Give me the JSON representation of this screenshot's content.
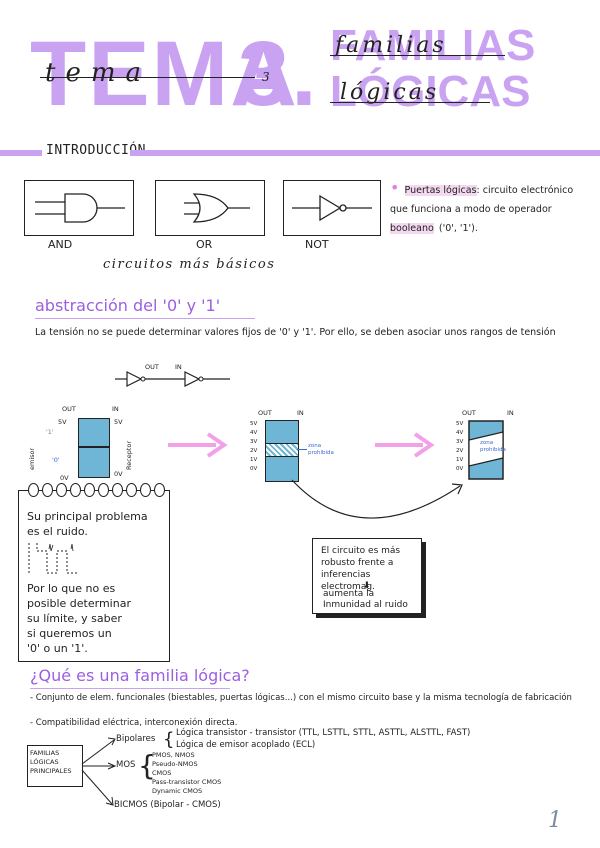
{
  "header": {
    "tema_word": "TEMA",
    "tema_number": "3.",
    "tema_script": "tema",
    "tema_script_num": "3",
    "familias": "FAMILIAS",
    "logicas": "LÓGICAS",
    "familias_script": "familias",
    "logicas_script": "lógicas"
  },
  "intro": {
    "heading": "INTRODUCCIÓN",
    "gates": [
      {
        "label": "AND",
        "icon": "and-gate-icon"
      },
      {
        "label": "OR",
        "icon": "or-gate-icon"
      },
      {
        "label": "NOT",
        "icon": "not-gate-icon"
      }
    ],
    "caption": "circuitos más básicos",
    "bullet_term": "Puertas lógicas",
    "bullet_text": ": circuito electrónico que funciona a modo de operador",
    "bullet_term2": "booleano",
    "bullet_text2": "('0', '1')."
  },
  "abstraccion": {
    "heading": "abstracción del '0' y '1'",
    "paragraph": "La tensión no se puede determinar valores fijos de '0' y '1'. Por ello, se deben asociar unos rangos de tensión",
    "buffer_out": "OUT",
    "buffer_in": "IN",
    "diagram1": {
      "out": "OUT",
      "in": "IN",
      "v_top_left": "5V",
      "v_top_right": "5V",
      "one": "'1'",
      "zero": "'0'",
      "v_bottom_left": "0V",
      "v_bottom_right": "0V",
      "emisor": "emisor",
      "receptor": "Receptor"
    },
    "diagram2": {
      "out": "OUT",
      "in": "IN",
      "levels": [
        "5V",
        "4V",
        "3V",
        "2V",
        "1V",
        "0V"
      ],
      "zona": "zona prohibida"
    },
    "diagram3": {
      "out": "OUT",
      "in": "IN",
      "levels": [
        "5V",
        "4V",
        "3V",
        "2V",
        "1V",
        "0V"
      ],
      "zona": "zona prohibida"
    },
    "notepad_text": [
      "Su principal problema",
      "es el ruido.",
      "Por lo que no es",
      "posible determinar",
      "su límite, y saber",
      "si queremos un",
      "'0' o un '1'."
    ],
    "notebox_text1": [
      "El circuito es más",
      "robusto frente a",
      "inferencias electromag."
    ],
    "notebox_text2": [
      "aumenta la",
      "Inmunidad al ruido"
    ]
  },
  "familia": {
    "heading": "¿Qué es una familia lógica?",
    "bullets": [
      "- Conjunto de elem. funcionales (biestables, puertas lógicas...) con el mismo circuito base y la misma tecnología de fabricación",
      "- Compatibilidad eléctrica, interconexión directa."
    ],
    "tree_root": [
      "FAMILIAS",
      "LÓGICAS",
      "PRINCIPALES"
    ],
    "bipolares": "Bipolares",
    "bipolares_items": [
      "Lógica transistor - transistor (TTL, LSTTL, STTL, ASTTL, ALSTTL, FAST)",
      "Lógica de emisor acoplado (ECL)"
    ],
    "mos": "MOS",
    "mos_items": [
      "PMOS, NMOS",
      "Pseudo-NMOS",
      "CMOS",
      "Pass-transistor CMOS",
      "Dynamic CMOS"
    ],
    "bicmos": "BICMOS (Bipolar - CMOS)"
  },
  "page_number": "1",
  "colors": {
    "purple": "#c9a3f2",
    "purple_text": "#9b5fe0",
    "pink": "#f2a0e8",
    "blue": "#6fb6d6"
  }
}
